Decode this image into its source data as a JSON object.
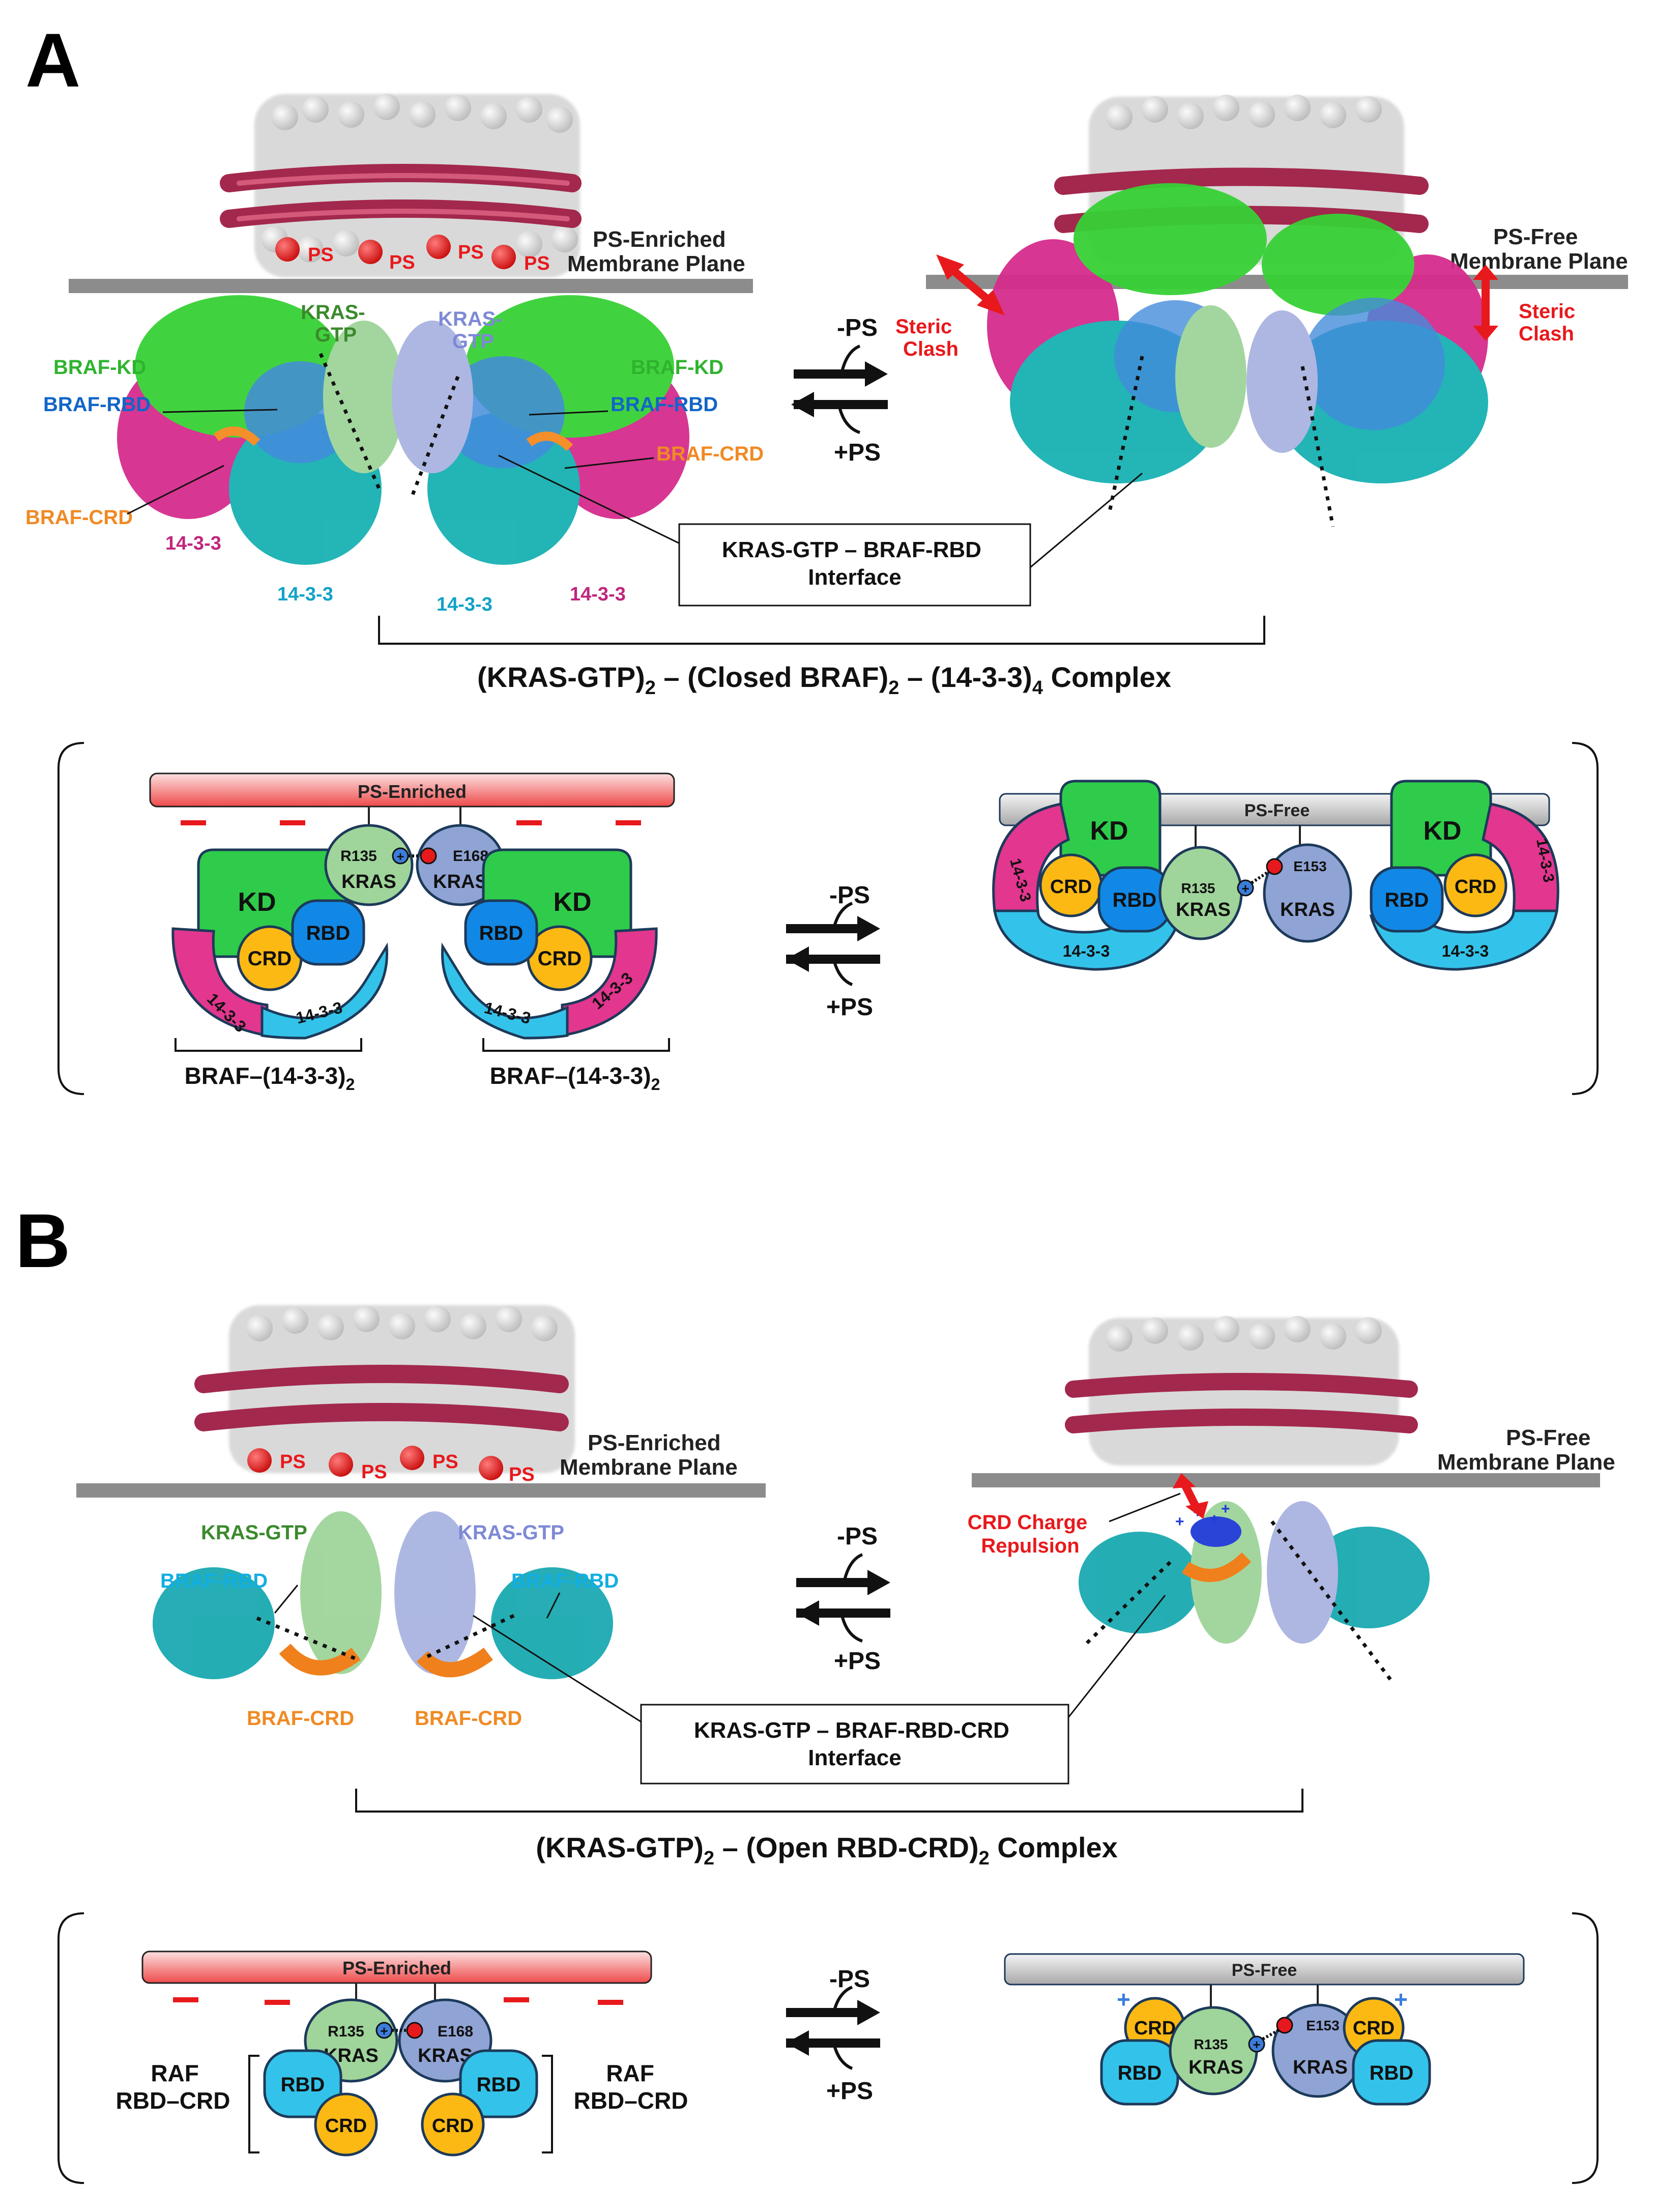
{
  "panel_a": {
    "letter": "A",
    "structure_left": {
      "ps_badges": [
        "PS",
        "PS",
        "PS",
        "PS"
      ],
      "membrane_label": [
        "PS-Enriched",
        "Membrane Plane"
      ],
      "kras_gtp_1": [
        "KRAS-",
        "GTP"
      ],
      "kras_gtp_2": [
        "KRAS-",
        "GTP"
      ],
      "braf_kd": "BRAF-KD",
      "braf_rbd": "BRAF-RBD",
      "braf_crd": "BRAF-CRD",
      "p1433": "14-3-3"
    },
    "arrows": {
      "minus_ps": "-PS",
      "plus_ps": "+PS"
    },
    "structure_right": {
      "membrane_label": [
        "PS-Free",
        "Membrane Plane"
      ],
      "steric_clash": [
        "Steric",
        "Clash"
      ]
    },
    "interface_box": [
      "KRAS-GTP – BRAF-RBD",
      "Interface"
    ],
    "complex_title": {
      "p1": "(KRAS-GTP)",
      "s1": "2",
      "p2": " – (Closed BRAF)",
      "s2": "2",
      "p3": " – (14-3-3)",
      "s3": "4",
      "p4": " Complex"
    },
    "schematic": {
      "ps_enriched": "PS-Enriched",
      "ps_free": "PS-Free",
      "minus_ps": "-PS",
      "plus_ps": "+PS",
      "kd": "KD",
      "rbd": "RBD",
      "crd": "CRD",
      "kras": "KRAS",
      "p1433": "14-3-3",
      "r135": "R135",
      "e168": "E168",
      "e153": "E153",
      "braf_1433_main": "BRAF–(14-3-3)",
      "braf_1433_sub": "2"
    }
  },
  "panel_b": {
    "letter": "B",
    "structure_left": {
      "ps_badges": [
        "PS",
        "PS",
        "PS",
        "PS"
      ],
      "membrane_label": [
        "PS-Enriched",
        "Membrane Plane"
      ],
      "kras_gtp": "KRAS-GTP",
      "braf_rbd": "BRAF-RBD",
      "braf_crd": "BRAF-CRD"
    },
    "arrows": {
      "minus_ps": "-PS",
      "plus_ps": "+PS"
    },
    "structure_right": {
      "membrane_label": [
        "PS-Free",
        "Membrane Plane"
      ],
      "crd_repulsion": [
        "CRD Charge",
        "Repulsion"
      ]
    },
    "interface_box": [
      "KRAS-GTP – BRAF-RBD-CRD",
      "Interface"
    ],
    "complex_title": {
      "p1": "(KRAS-GTP)",
      "s1": "2",
      "p2": " – (Open RBD-CRD)",
      "s2": "2",
      "p3": " Complex"
    },
    "schematic": {
      "ps_enriched": "PS-Enriched",
      "ps_free": "PS-Free",
      "minus_ps": "-PS",
      "plus_ps": "+PS",
      "rbd": "RBD",
      "crd": "CRD",
      "kras": "KRAS",
      "r135": "R135",
      "e168": "E168",
      "e153": "E153",
      "raf_label": [
        "RAF",
        "RBD–CRD"
      ]
    }
  },
  "colors": {
    "kd_green": "#2ecc4a",
    "rbd_blue": "#1188e6",
    "crd_yellow": "#fdb913",
    "p1433_magenta": "#e2368f",
    "p1433_cyan": "#33c3ea",
    "kras_green": "#9fd49a",
    "kras_blue": "#8fa3d4",
    "ps_red": "#e8191c",
    "membrane_gray": "#8c8c8c",
    "helix_red": "#a3284d"
  }
}
